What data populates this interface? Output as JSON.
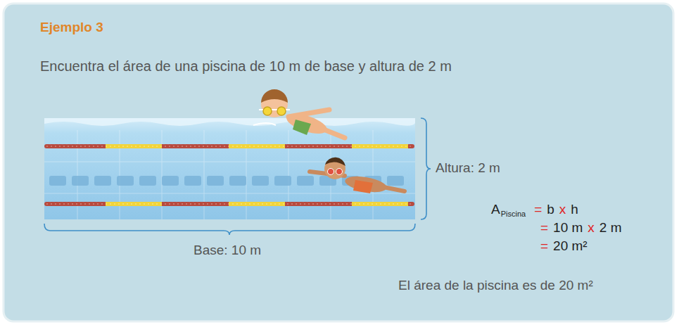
{
  "diagram": {
    "title": "Ejemplo 3",
    "labels": [
      "Encuentra el área de una piscina de 10 m de base y altura de 2 m",
      "Altura: 2 m",
      "Base: 10 m",
      "A",
      "Piscina",
      "=",
      "b",
      "x",
      "h",
      "=",
      "10 m",
      "x",
      "2 m",
      "=",
      "20 m²",
      "El área de la piscina es de 20 m²"
    ]
  }
}
